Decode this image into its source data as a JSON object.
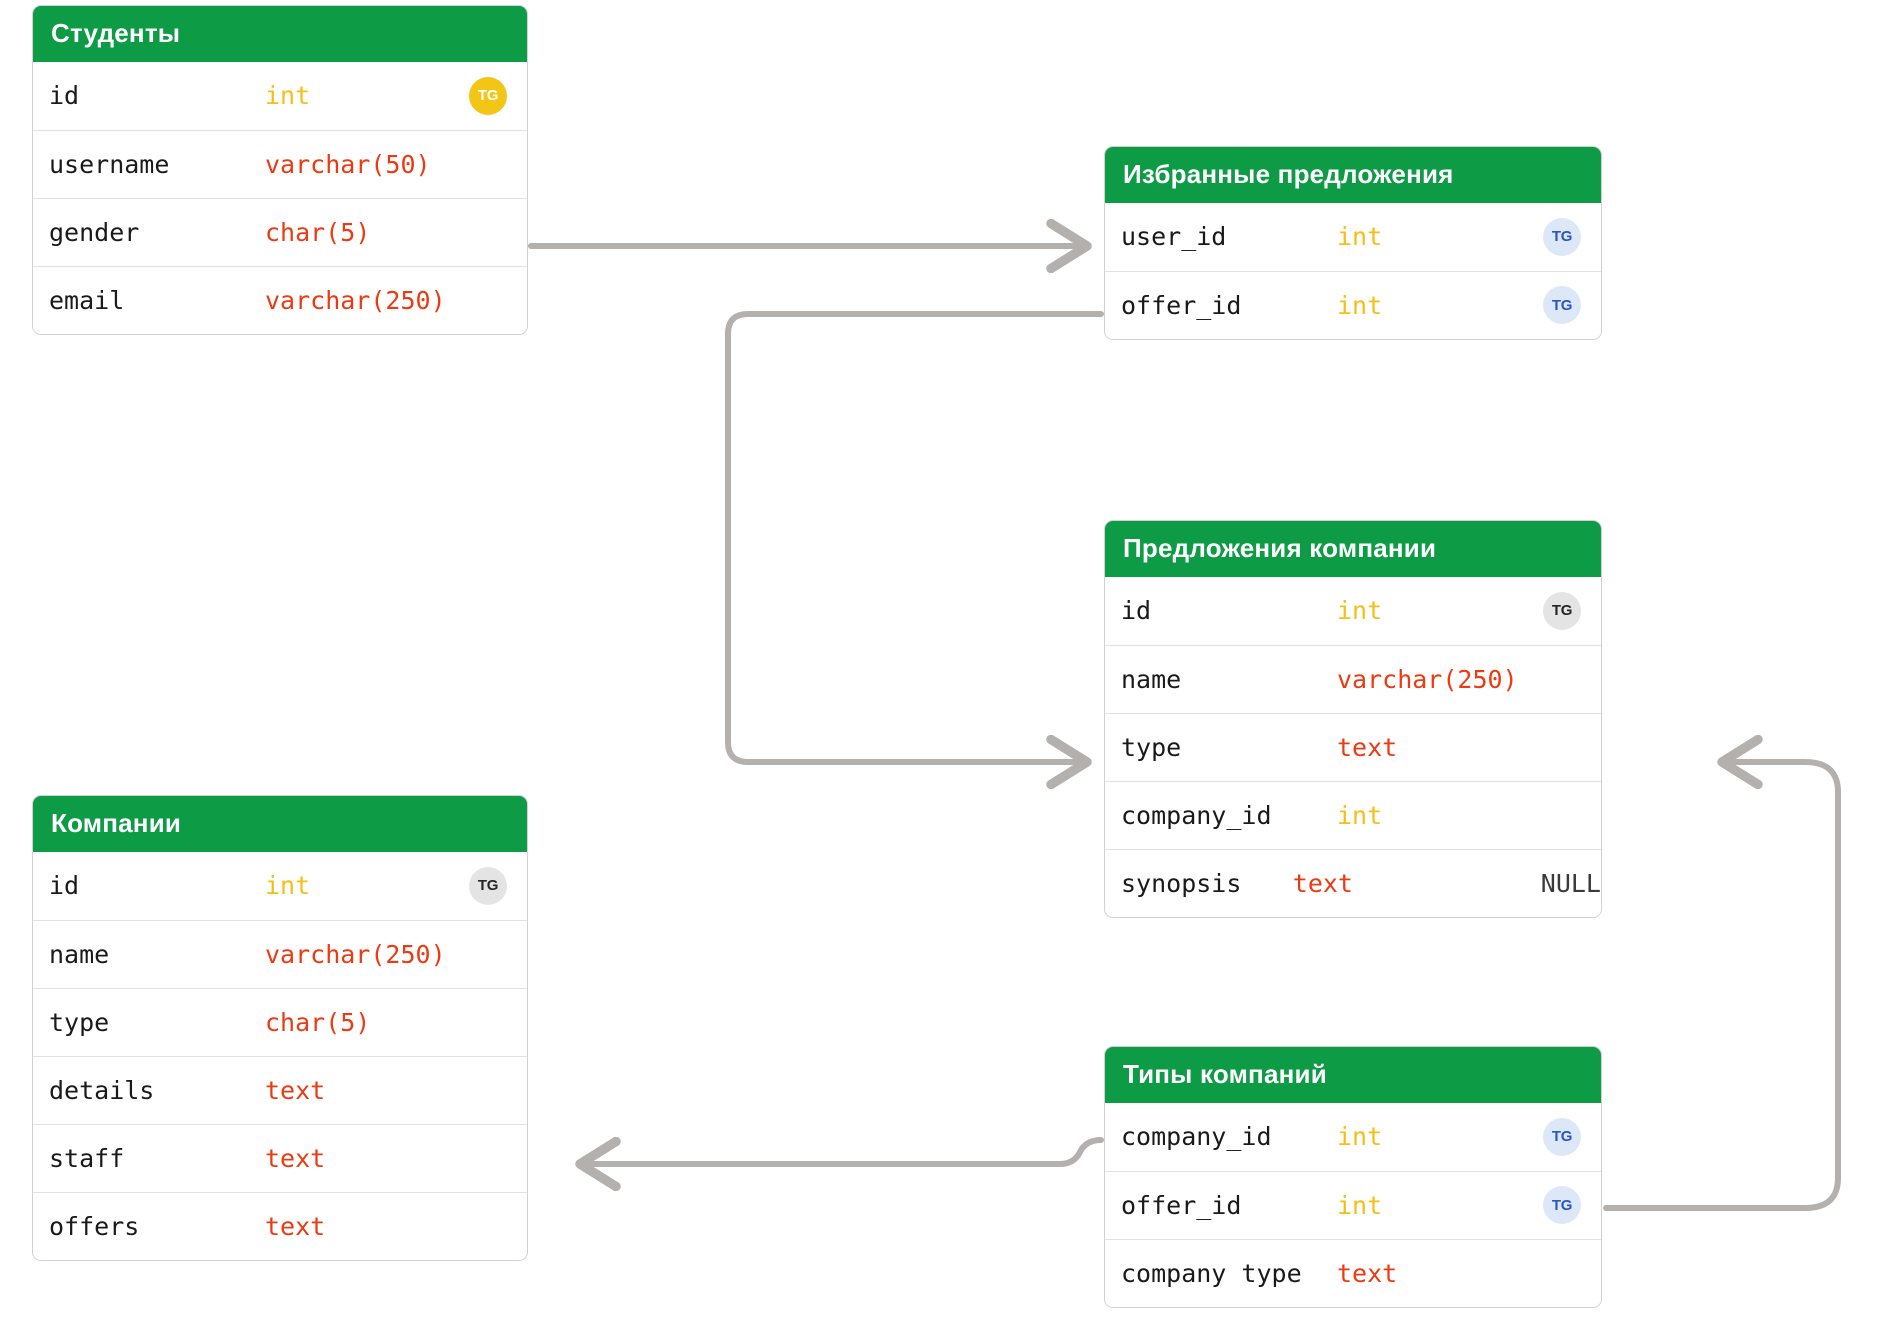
{
  "diagram": {
    "title_colors": {
      "header_green": "#0d9b46",
      "type_int": "#f5bf17",
      "type_string": "#ec3a13",
      "connector_gray": "#b3b0ad",
      "badge_gold": "#f3c514",
      "badge_blue_bg": "#dce8f8",
      "badge_blue_text": "#2a56c0",
      "badge_gray_bg": "#e4e4e4"
    },
    "badge_label": "TG"
  },
  "entities": {
    "students": {
      "title": "Студенты",
      "rows": [
        {
          "name": "id",
          "type": "int",
          "type_kind": "int",
          "extra": "",
          "badge": "gold"
        },
        {
          "name": "username",
          "type": "varchar(50)",
          "type_kind": "str",
          "extra": "",
          "badge": ""
        },
        {
          "name": "gender",
          "type": "char(5)",
          "type_kind": "str",
          "extra": "",
          "badge": ""
        },
        {
          "name": "email",
          "type": "varchar(250)",
          "type_kind": "str",
          "extra": "",
          "badge": ""
        }
      ]
    },
    "favorites": {
      "title": "Избранные предложения",
      "rows": [
        {
          "name": "user_id",
          "type": "int",
          "type_kind": "int",
          "extra": "",
          "badge": "blue"
        },
        {
          "name": "offer_id",
          "type": "int",
          "type_kind": "int",
          "extra": "",
          "badge": "blue"
        }
      ]
    },
    "offers": {
      "title": "Предложения компании",
      "rows": [
        {
          "name": "id",
          "type": "int",
          "type_kind": "int",
          "extra": "",
          "badge": "gray"
        },
        {
          "name": "name",
          "type": "varchar(250)",
          "type_kind": "str",
          "extra": "",
          "badge": ""
        },
        {
          "name": "type",
          "type": "text",
          "type_kind": "str",
          "extra": "",
          "badge": ""
        },
        {
          "name": "company_id",
          "type": "int",
          "type_kind": "int",
          "extra": "",
          "badge": ""
        },
        {
          "name": "synopsis",
          "type": "text",
          "type_kind": "str",
          "extra": "NULL",
          "badge": ""
        }
      ]
    },
    "companies": {
      "title": "Компании",
      "rows": [
        {
          "name": "id",
          "type": "int",
          "type_kind": "int",
          "extra": "",
          "badge": "gray"
        },
        {
          "name": "name",
          "type": "varchar(250)",
          "type_kind": "str",
          "extra": "",
          "badge": ""
        },
        {
          "name": "type",
          "type": "char(5)",
          "type_kind": "str",
          "extra": "",
          "badge": ""
        },
        {
          "name": "details",
          "type": "text",
          "type_kind": "str",
          "extra": "",
          "badge": ""
        },
        {
          "name": "staff",
          "type": "text",
          "type_kind": "str",
          "extra": "",
          "badge": ""
        },
        {
          "name": "offers",
          "type": "text",
          "type_kind": "str",
          "extra": "",
          "badge": ""
        }
      ]
    },
    "company_types": {
      "title": "Типы компаний",
      "rows": [
        {
          "name": "company_id",
          "type": "int",
          "type_kind": "int",
          "extra": "",
          "badge": "blue"
        },
        {
          "name": "offer_id",
          "type": "int",
          "type_kind": "int",
          "extra": "",
          "badge": "blue"
        },
        {
          "name": "company type",
          "type": "text",
          "type_kind": "str",
          "extra": "",
          "badge": ""
        }
      ]
    }
  },
  "relationships": [
    {
      "from": "students.gender",
      "to": "favorites.user_id",
      "arrow": "end"
    },
    {
      "from": "favorites.offer_id",
      "to": "offers.type",
      "arrow": "end"
    },
    {
      "from": "company_types.company_id",
      "to": "companies.staff",
      "arrow": "end"
    },
    {
      "from": "company_types.offer_id",
      "to": "offers.type",
      "arrow": "end"
    }
  ]
}
